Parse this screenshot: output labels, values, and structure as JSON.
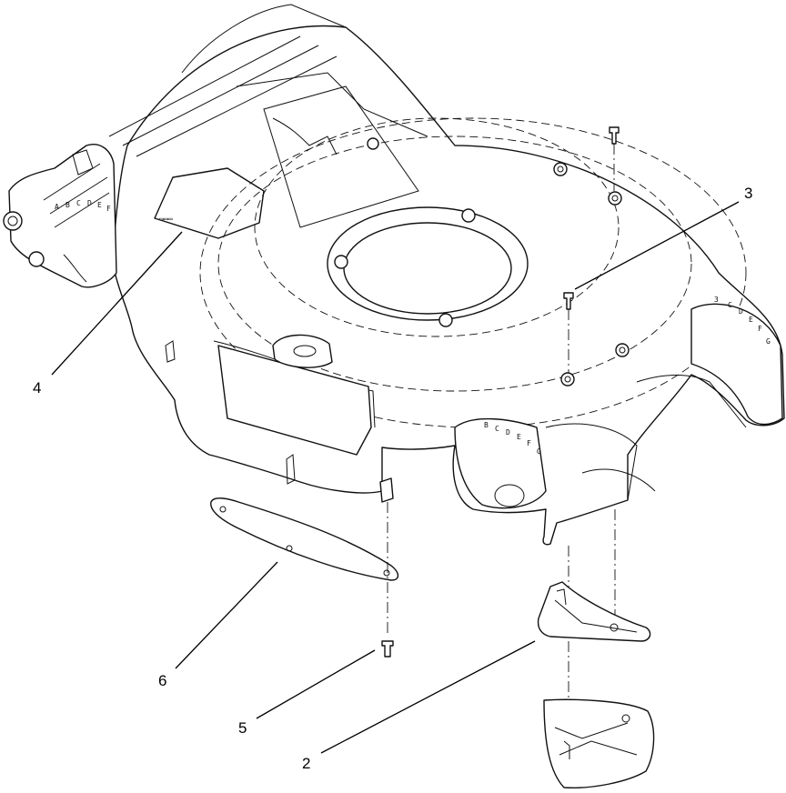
{
  "diagram": {
    "callouts": [
      {
        "id": "2",
        "label": "2"
      },
      {
        "id": "3",
        "label": "3"
      },
      {
        "id": "4",
        "label": "4"
      },
      {
        "id": "5",
        "label": "5"
      },
      {
        "id": "6",
        "label": "6"
      }
    ],
    "height_scale_letters": [
      "B",
      "C",
      "D",
      "E",
      "F",
      "G"
    ],
    "rear_scale_letters": [
      "A",
      "B",
      "C",
      "D",
      "E",
      "F"
    ]
  }
}
